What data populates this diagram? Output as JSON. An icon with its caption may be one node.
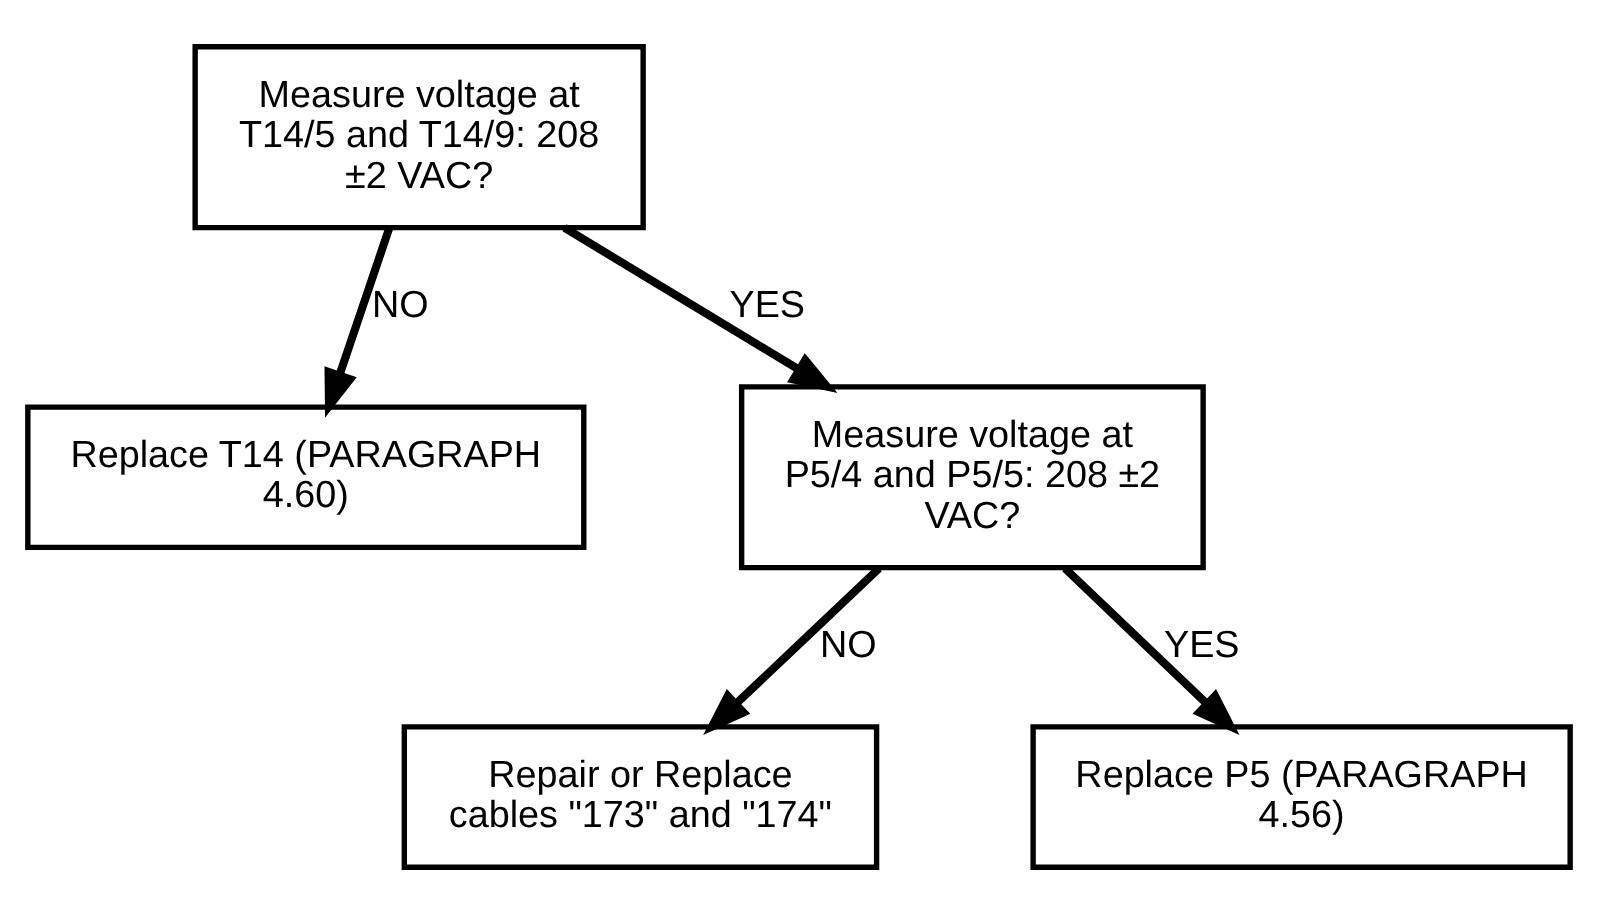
{
  "diagram": {
    "nodes": [
      {
        "text": [
          "Measure voltage at T14/5 and T14/9: 208 ±2 VAC?"
        ]
      },
      {
        "text": [
          "Replace T14 (PARAGRAPH 4.60)"
        ]
      },
      {
        "text": [
          "Measure voltage at P5/4 and P5/5: 208 ±2 VAC?"
        ]
      },
      {
        "text": [
          "Repair or Replace cables \"173\" and \"174\""
        ]
      },
      {
        "text": [
          "Replace P5 (PARAGRAPH 4.56)"
        ]
      }
    ],
    "edges": [
      {
        "from": 0,
        "to": 1,
        "arrow": "to",
        "label": "NO"
      },
      {
        "from": 0,
        "to": 2,
        "arrow": "to",
        "label": "YES"
      },
      {
        "from": 2,
        "to": 3,
        "arrow": "to",
        "label": "NO"
      },
      {
        "from": 2,
        "to": 4,
        "arrow": "to",
        "label": "YES"
      }
    ]
  }
}
